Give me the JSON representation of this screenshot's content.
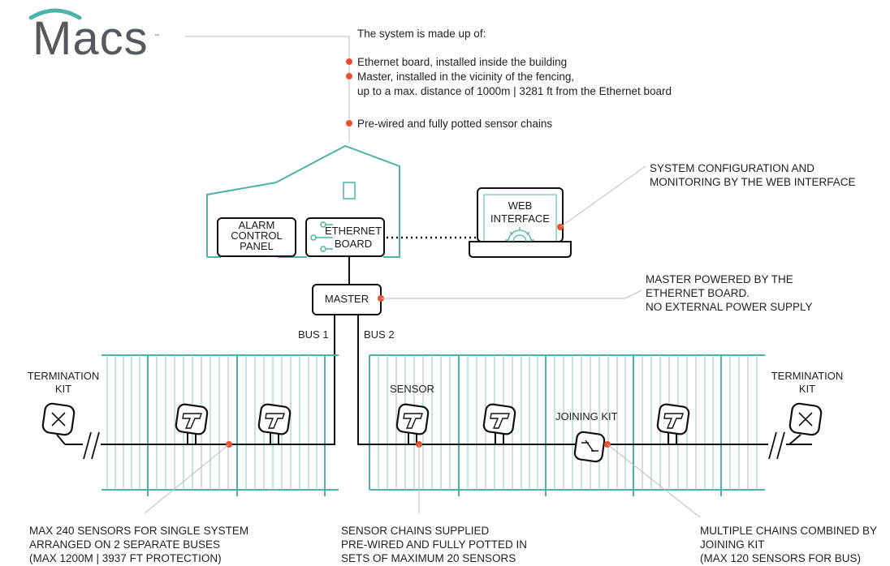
{
  "logo": {
    "name": "Macs",
    "tm": "™",
    "color": "#55585c",
    "arc_color": "#4bb3aa"
  },
  "intro": {
    "title": "The system is made up of:",
    "items": [
      "Ethernet board, installed inside the building",
      "Master, installed in the vicinity of the fencing,",
      "up to a max. distance of 1000m | 3281 ft from the Ethernet board",
      "Pre-wired and fully potted sensor chains"
    ]
  },
  "boxes": {
    "alarm": [
      "ALARM",
      "CONTROL",
      "PANEL"
    ],
    "ethernet": [
      "ETHERNET",
      "BOARD"
    ],
    "master": "MASTER",
    "web": [
      "WEB",
      "INTERFACE"
    ]
  },
  "buses": {
    "bus1": "BUS 1",
    "bus2": "BUS 2"
  },
  "labels": {
    "term_left": [
      "TERMINATION",
      "KIT"
    ],
    "term_right": [
      "TERMINATION",
      "KIT"
    ],
    "sensor": "SENSOR",
    "joining_kit": "JOINING KIT"
  },
  "notes": {
    "web_config": [
      "SYSTEM CONFIGURATION AND",
      "MONITORING BY THE WEB INTERFACE"
    ],
    "master_power": [
      "MASTER POWERED BY THE",
      "ETHERNET BOARD.",
      "NO EXTERNAL POWER SUPPLY"
    ],
    "max_sensors": [
      "MAX 240 SENSORS FOR SINGLE SYSTEM",
      "ARRANGED ON 2 SEPARATE BUSES",
      "(MAX 1200M | 3937 FT PROTECTION)"
    ],
    "chains": [
      "SENSOR CHAINS SUPPLIED",
      "PRE-WIRED AND FULLY POTTED IN",
      "SETS OF MAXIMUM 20 SENSORS"
    ],
    "multiple": [
      "MULTIPLE CHAINS COMBINED BY",
      "JOINING KIT",
      "(MAX 120 SENSORS FOR BUS)"
    ]
  },
  "colors": {
    "teal": "#4bb3aa",
    "fence": "#9ed3cd",
    "dot": "#e8502d",
    "line": "#111111",
    "leader": "#bdbdbd"
  }
}
